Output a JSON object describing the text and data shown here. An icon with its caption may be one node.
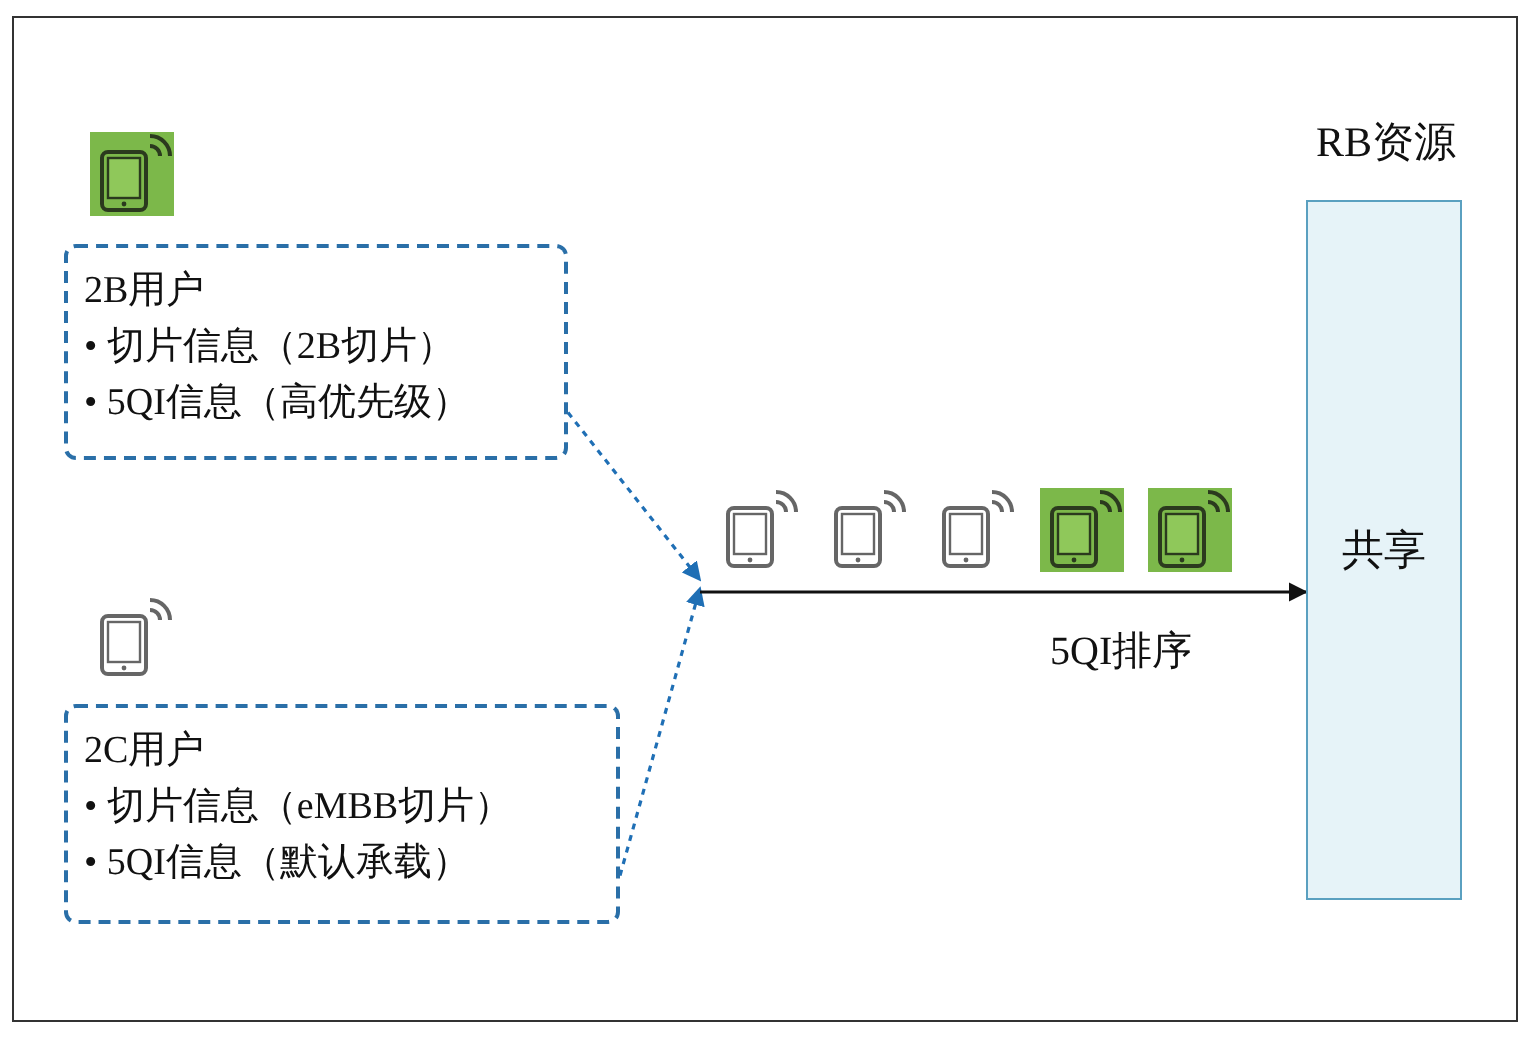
{
  "diagram": {
    "nodes": [
      {
        "text": [
          "2B用户",
          "• 切片信息（2B切片）",
          "• 5QI信息（高优先级）"
        ]
      },
      {
        "text": [
          "2C用户",
          "• 切片信息（eMBB切片）",
          "• 5QI信息（默认承载）"
        ]
      },
      {
        "text": [],
        "shape": "picture"
      },
      {
        "text": [
          "RB资源",
          "共享"
        ]
      }
    ],
    "edges": [
      {
        "from": 0,
        "to": 2,
        "arrow": "to",
        "style": "dashed",
        "color": "#1f6fb5"
      },
      {
        "from": 1,
        "to": 2,
        "arrow": "to",
        "style": "dashed",
        "color": "#1f6fb5"
      },
      {
        "from": 2,
        "to": 3,
        "arrow": "to",
        "label": "5QI排序",
        "color": "#111111"
      }
    ]
  }
}
